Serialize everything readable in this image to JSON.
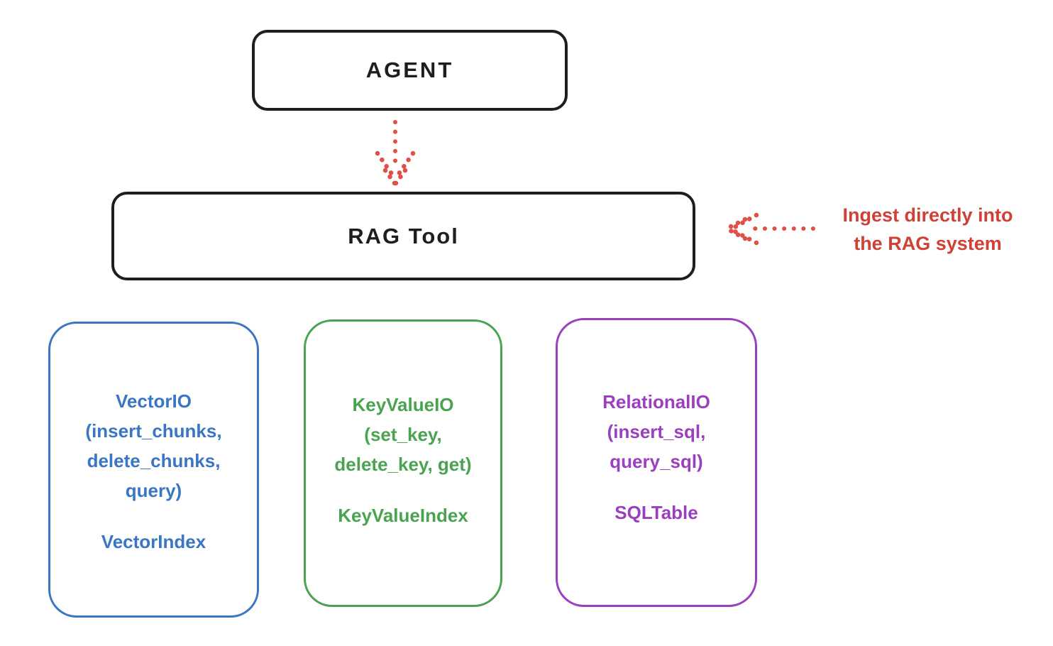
{
  "colors": {
    "bg": "#ffffff",
    "ink": "#1e1e1e",
    "red": "#cf4036",
    "red-arrow": "#dd5147",
    "blue": "#3a76c3",
    "green": "#4aa351",
    "purple": "#9b3fc0"
  },
  "nodes": {
    "agent": {
      "label": "AGENT"
    },
    "rag_tool": {
      "label": "RAG Tool"
    },
    "vector_io": {
      "lines": [
        "VectorIO",
        "(insert_chunks,",
        "delete_chunks,",
        "query)"
      ],
      "index_label": "VectorIndex"
    },
    "key_value_io": {
      "lines": [
        "KeyValueIO",
        "(set_key,",
        "delete_key, get)"
      ],
      "index_label": "KeyValueIndex"
    },
    "relational_io": {
      "lines": [
        "RelationalIO",
        "(insert_sql,",
        "query_sql)"
      ],
      "index_label": "SQLTable"
    }
  },
  "annotation": {
    "line1": "Ingest directly into",
    "line2": "the RAG system"
  }
}
